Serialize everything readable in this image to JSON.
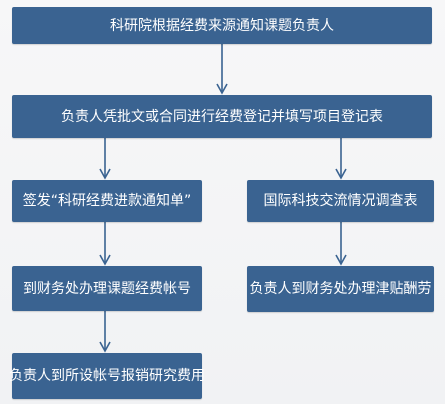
{
  "colors": {
    "box_fill": "#3a6391",
    "box_text": "#ffffff",
    "arrow": "#3a6391"
  },
  "nodes": {
    "b1": "科研院根据经费来源通知课题负责人",
    "b2": "负责人凭批文或合同进行经费登记并填写项目登记表",
    "b3": "签发“科研经费进款通知单”",
    "b4": "国际科技交流情况调查表",
    "b5": "到财务处办理课题经费帐号",
    "b6": "负责人到财务处办理津贴酬劳",
    "b7": "负责人到所设帐号报销研究费用"
  }
}
